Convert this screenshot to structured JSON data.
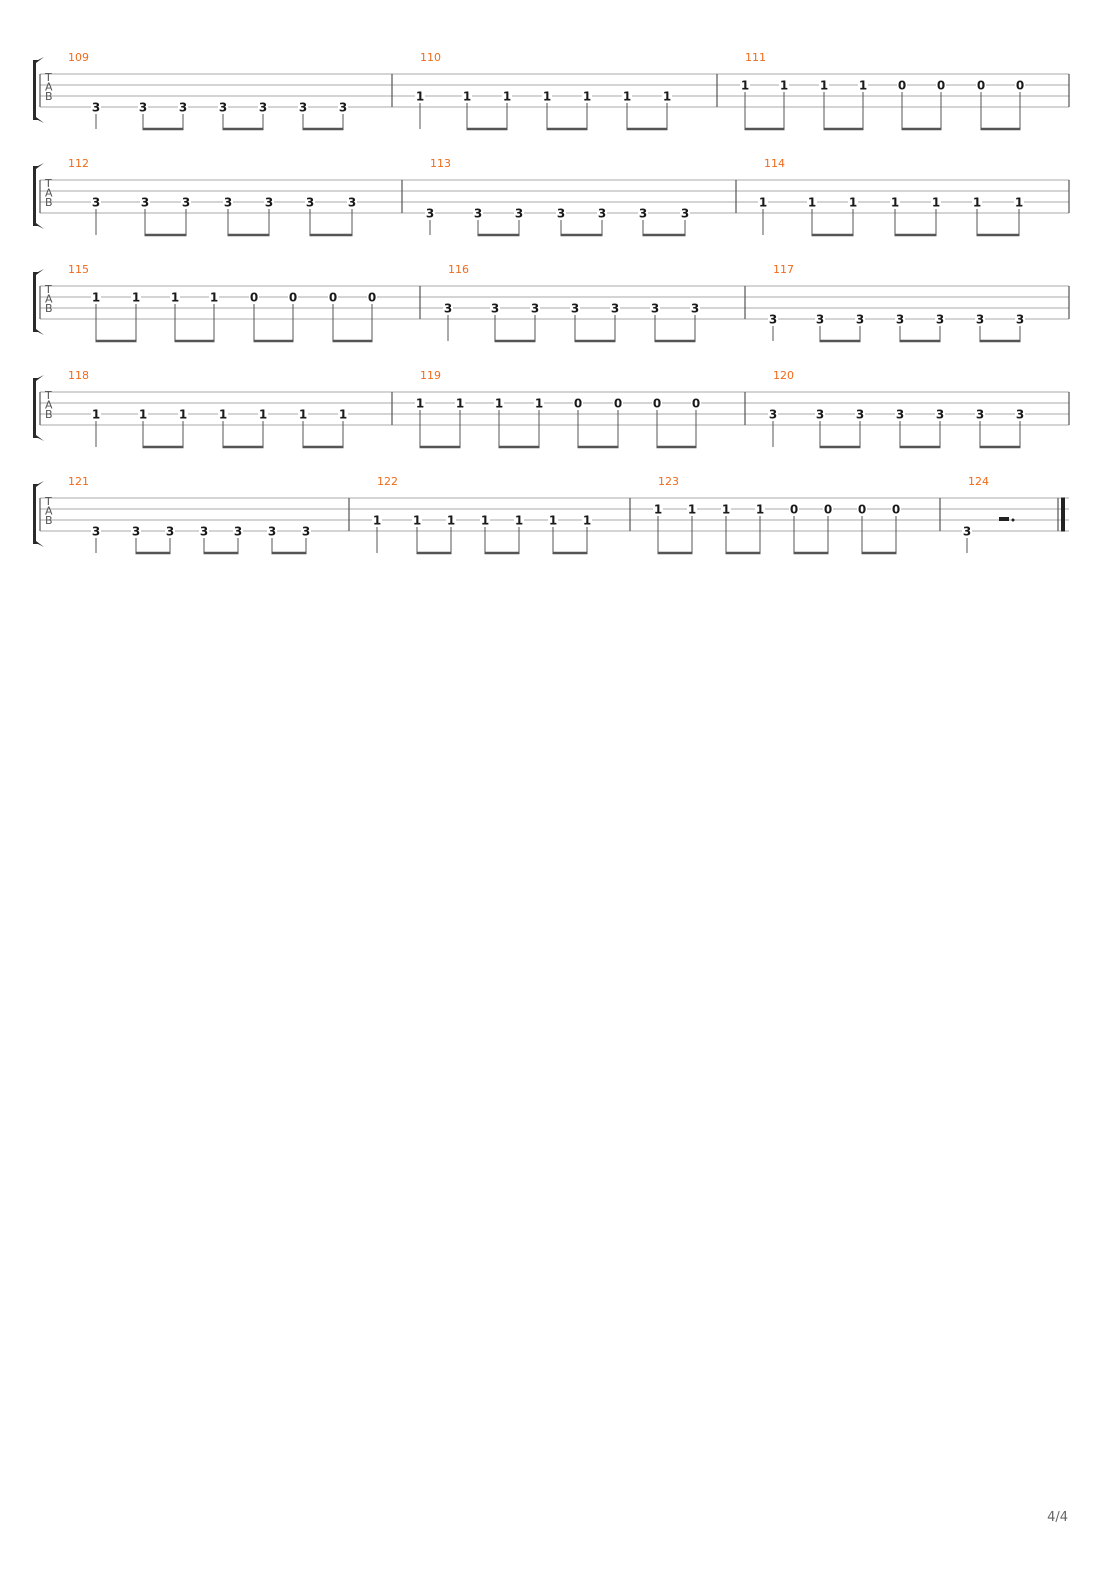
{
  "colors": {
    "measure_number": "#f06a1a",
    "staff_line": "#a8a8a8",
    "fret_text": "#1a1a1a"
  },
  "tab_clef": [
    "T",
    "A",
    "B"
  ],
  "page_number": "4/4",
  "systems": [
    {
      "measures": [
        {
          "number": "109",
          "frets": [
            "3",
            "3",
            "3",
            "3",
            "3",
            "3",
            "3"
          ],
          "strings": [
            3,
            3,
            3,
            3,
            3,
            3,
            3
          ]
        },
        {
          "number": "110",
          "frets": [
            "1",
            "1",
            "1",
            "1",
            "1",
            "1",
            "1"
          ],
          "strings": [
            2,
            2,
            2,
            2,
            2,
            2,
            2
          ]
        },
        {
          "number": "111",
          "frets": [
            "1",
            "1",
            "1",
            "1",
            "0",
            "0",
            "0",
            "0"
          ],
          "strings": [
            1,
            1,
            1,
            1,
            1,
            1,
            1,
            1
          ]
        }
      ]
    },
    {
      "measures": [
        {
          "number": "112",
          "frets": [
            "3",
            "3",
            "3",
            "3",
            "3",
            "3",
            "3"
          ],
          "strings": [
            2,
            2,
            2,
            2,
            2,
            2,
            2
          ]
        },
        {
          "number": "113",
          "frets": [
            "3",
            "3",
            "3",
            "3",
            "3",
            "3",
            "3"
          ],
          "strings": [
            3,
            3,
            3,
            3,
            3,
            3,
            3
          ]
        },
        {
          "number": "114",
          "frets": [
            "1",
            "1",
            "1",
            "1",
            "1",
            "1",
            "1"
          ],
          "strings": [
            2,
            2,
            2,
            2,
            2,
            2,
            2
          ]
        }
      ]
    },
    {
      "measures": [
        {
          "number": "115",
          "frets": [
            "1",
            "1",
            "1",
            "1",
            "0",
            "0",
            "0",
            "0"
          ],
          "strings": [
            1,
            1,
            1,
            1,
            1,
            1,
            1,
            1
          ]
        },
        {
          "number": "116",
          "frets": [
            "3",
            "3",
            "3",
            "3",
            "3",
            "3",
            "3"
          ],
          "strings": [
            2,
            2,
            2,
            2,
            2,
            2,
            2
          ]
        },
        {
          "number": "117",
          "frets": [
            "3",
            "3",
            "3",
            "3",
            "3",
            "3",
            "3"
          ],
          "strings": [
            3,
            3,
            3,
            3,
            3,
            3,
            3
          ]
        }
      ]
    },
    {
      "measures": [
        {
          "number": "118",
          "frets": [
            "1",
            "1",
            "1",
            "1",
            "1",
            "1",
            "1"
          ],
          "strings": [
            2,
            2,
            2,
            2,
            2,
            2,
            2
          ]
        },
        {
          "number": "119",
          "frets": [
            "1",
            "1",
            "1",
            "1",
            "0",
            "0",
            "0",
            "0"
          ],
          "strings": [
            1,
            1,
            1,
            1,
            1,
            1,
            1,
            1
          ]
        },
        {
          "number": "120",
          "frets": [
            "3",
            "3",
            "3",
            "3",
            "3",
            "3",
            "3"
          ],
          "strings": [
            2,
            2,
            2,
            2,
            2,
            2,
            2
          ]
        }
      ]
    },
    {
      "measures": [
        {
          "number": "121",
          "frets": [
            "3",
            "3",
            "3",
            "3",
            "3",
            "3",
            "3"
          ],
          "strings": [
            3,
            3,
            3,
            3,
            3,
            3,
            3
          ]
        },
        {
          "number": "122",
          "frets": [
            "1",
            "1",
            "1",
            "1",
            "1",
            "1",
            "1"
          ],
          "strings": [
            2,
            2,
            2,
            2,
            2,
            2,
            2
          ]
        },
        {
          "number": "123",
          "frets": [
            "1",
            "1",
            "1",
            "1",
            "0",
            "0",
            "0",
            "0"
          ],
          "strings": [
            1,
            1,
            1,
            1,
            1,
            1,
            1,
            1
          ]
        },
        {
          "number": "124",
          "frets": [
            "3"
          ],
          "strings": [
            3
          ],
          "rest": "dotted-half-rest",
          "final_barline": true
        }
      ]
    }
  ]
}
